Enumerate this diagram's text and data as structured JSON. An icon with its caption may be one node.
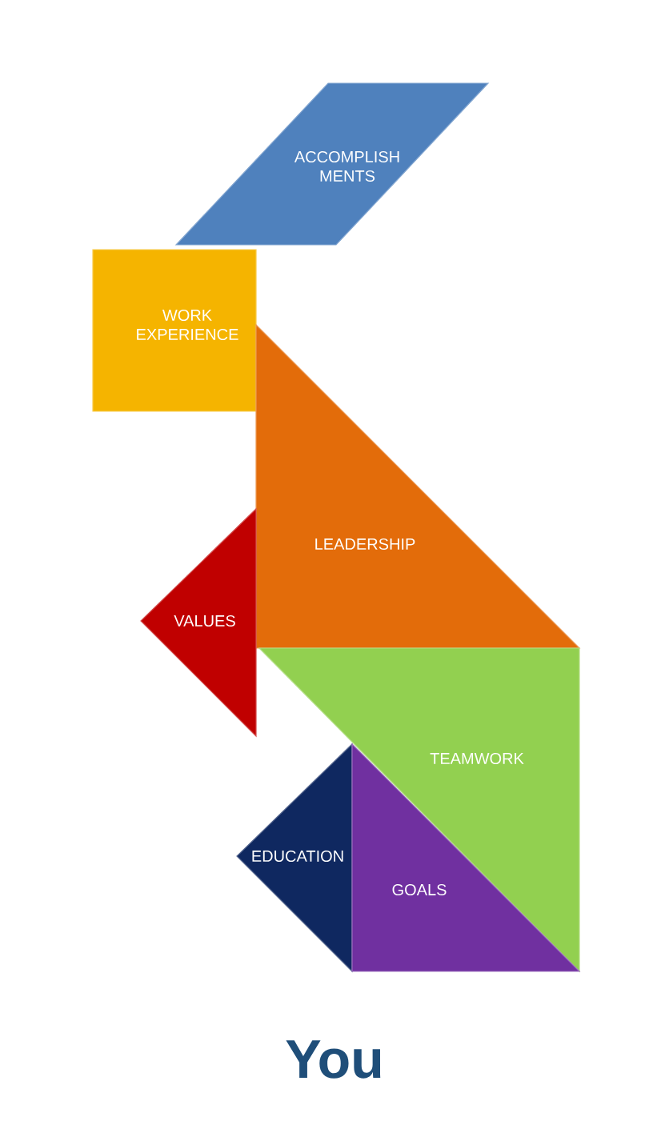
{
  "diagram": {
    "caption": "You",
    "nodes": [
      {
        "text": [
          "ACCOMPLISH MENTS"
        ]
      },
      {
        "text": [
          "WORK EXPERIENCE"
        ]
      },
      {
        "text": [
          "LEADERSHIP"
        ]
      },
      {
        "text": [
          "VALUES"
        ]
      },
      {
        "text": [
          "TEAMWORK"
        ]
      },
      {
        "text": [
          "EDUCATION"
        ]
      },
      {
        "text": [
          "GOALS"
        ]
      }
    ]
  }
}
